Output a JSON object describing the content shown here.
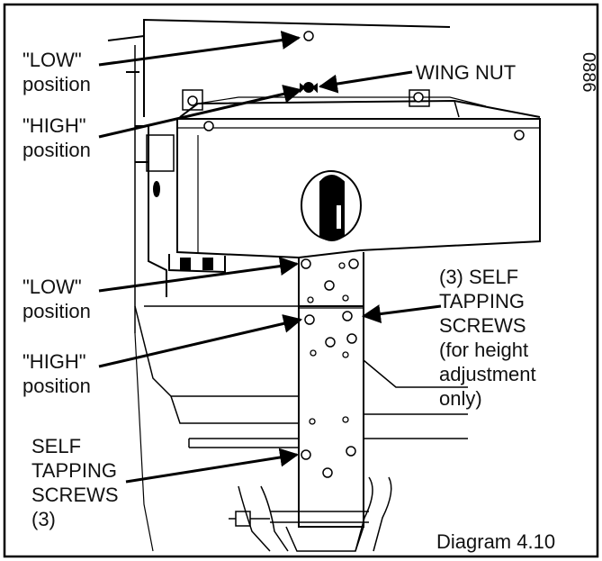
{
  "figure_code": "0886",
  "caption": "Diagram 4.10",
  "labels": {
    "low_top": [
      "\"LOW\"",
      "position"
    ],
    "high_top": [
      "\"HIGH\"",
      "position"
    ],
    "wing_nut": [
      "WING NUT"
    ],
    "low_mid": [
      "\"LOW\"",
      "position"
    ],
    "high_mid": [
      "\"HIGH\"",
      "position"
    ],
    "self_tapping_height": [
      "(3) SELF",
      "TAPPING",
      "SCREWS",
      "(for height",
      "adjustment",
      "only)"
    ],
    "self_tapping_bottom": [
      "SELF",
      "TAPPING",
      "SCREWS",
      "(3)"
    ]
  }
}
